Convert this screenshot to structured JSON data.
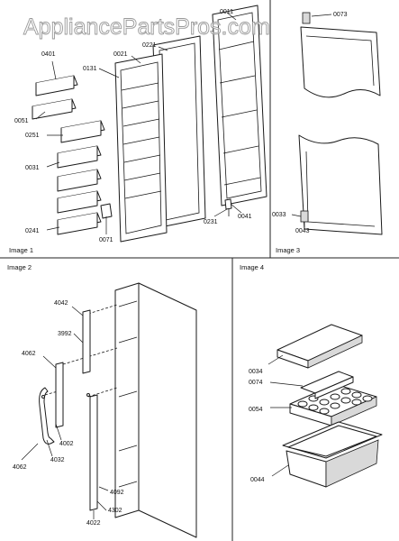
{
  "watermark": "AppliancePartsPros.com",
  "panels": {
    "image1": {
      "title": "Image 1",
      "callouts": {
        "c0011": "0011",
        "c0221": "0221",
        "c0021": "0021",
        "c0401": "0401",
        "c0131": "0131",
        "c0051": "0051",
        "c0251": "0251",
        "c0031": "0031",
        "c0241": "0241",
        "c0071": "0071",
        "c0231": "0231",
        "c0041": "0041"
      }
    },
    "image2": {
      "title": "Image 2",
      "callouts": {
        "c4042": "4042",
        "c3992": "3992",
        "c4062a": "4062",
        "c4002": "4002",
        "c4032": "4032",
        "c4062b": "4062",
        "c4092": "4092",
        "c4302": "4302",
        "c4022": "4022"
      }
    },
    "image3": {
      "title": "Image 3",
      "callouts": {
        "c0073": "0073",
        "c0033": "0033",
        "c0043": "0043"
      }
    },
    "image4": {
      "title": "Image 4",
      "callouts": {
        "c0034": "0034",
        "c0074": "0074",
        "c0054": "0054",
        "c0044": "0044"
      }
    }
  }
}
